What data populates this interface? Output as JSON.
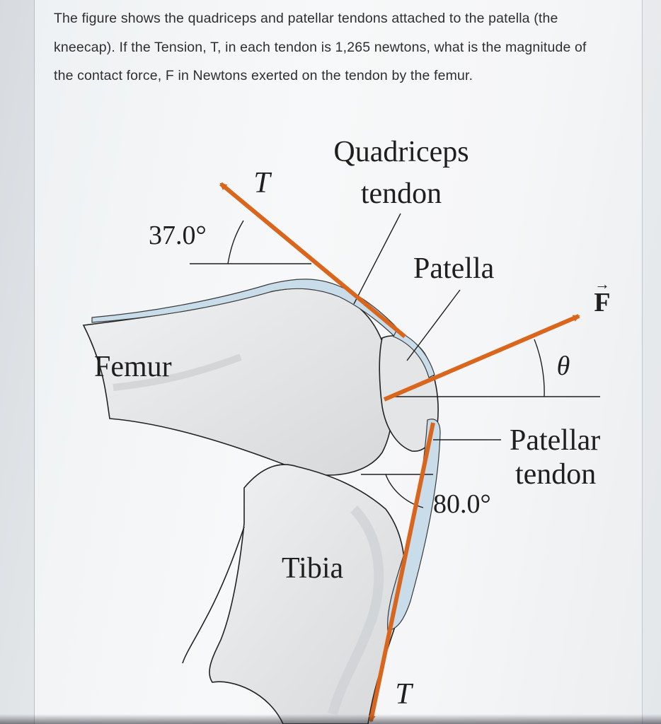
{
  "question": {
    "line1": "The figure shows the quadriceps and patellar tendons attached to the patella (the",
    "line2": "kneecap). If the Tension, T, in each tendon is 1,265 newtons, what is the magnitude of",
    "line3": "the contact force, F in Newtons exerted on the tendon by the femur."
  },
  "figure": {
    "quadriceps_label_1": "Quadriceps",
    "quadriceps_label_2": "tendon",
    "patella_label": "Patella",
    "femur_label": "Femur",
    "tibia_label": "Tibia",
    "patellar_label_1": "Patellar",
    "patellar_label_2": "tendon",
    "tension_top_label": "T",
    "tension_bottom_label": "T",
    "force_label": "F",
    "force_arrow_glyph": "→",
    "theta_label": "θ",
    "angle_top": "37.0°",
    "angle_bottom": "80.0°",
    "arrow_color": "#d9661c",
    "bone_fill": "#e6e7e8",
    "tendon_fill": "#c9dcea"
  }
}
